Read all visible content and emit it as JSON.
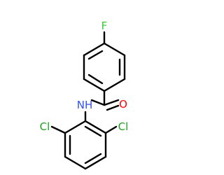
{
  "molecule": {
    "atoms": {
      "fluorine": {
        "symbol": "F",
        "color": "#33cc33"
      },
      "oxygen": {
        "symbol": "O",
        "color": "#ff0000"
      },
      "nitrogen_hydrogen": {
        "symbol": "NH",
        "color": "#3050f8"
      },
      "chlorine_left": {
        "symbol": "Cl",
        "color": "#1fa01f"
      },
      "chlorine_right": {
        "symbol": "Cl",
        "color": "#1fa01f"
      }
    },
    "bond_color": "#000000"
  }
}
